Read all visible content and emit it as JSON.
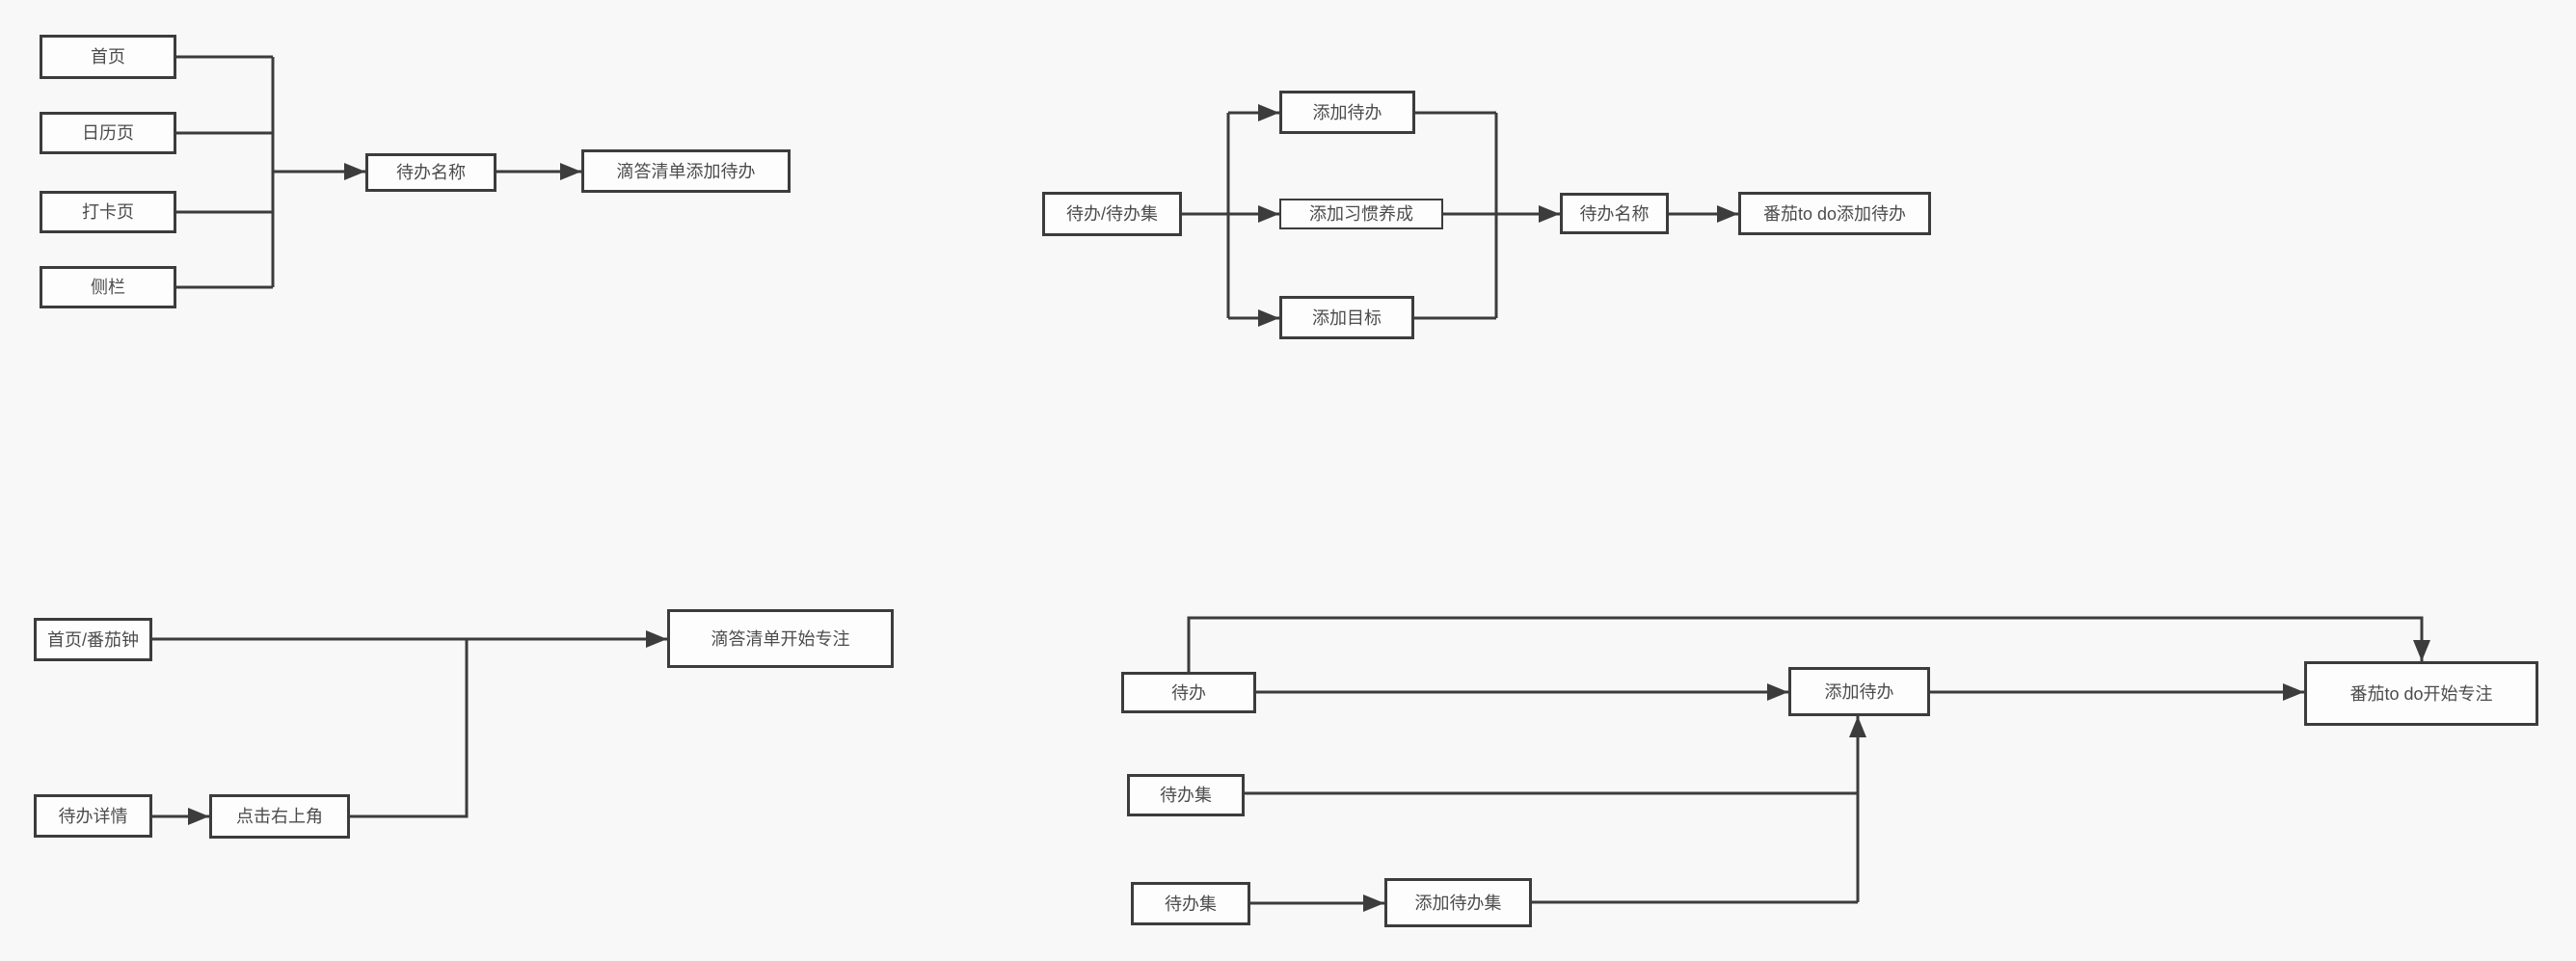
{
  "theme": {
    "background": "#f8f8f8",
    "node_fill": "#fdfdfd",
    "stroke_color": "#3c3c3c",
    "text_color": "#4c4c4c"
  },
  "flows": {
    "ticktick_add_todo": {
      "nodes": {
        "home": "首页",
        "calendar": "日历页",
        "checkin": "打卡页",
        "sidebar": "侧栏",
        "todo_name": "待办名称",
        "result": "滴答清单添加待办"
      }
    },
    "tomato_add_todo": {
      "nodes": {
        "source": "待办/待办集",
        "add_todo": "添加待办",
        "add_habit": "添加习惯养成",
        "add_goal": "添加目标",
        "todo_name": "待办名称",
        "result": "番茄to do添加待办"
      }
    },
    "ticktick_start_focus": {
      "nodes": {
        "home_pomodoro": "首页/番茄钟",
        "todo_detail": "待办详情",
        "click_top_right": "点击右上角",
        "result": "滴答清单开始专注"
      }
    },
    "tomato_start_focus": {
      "nodes": {
        "todo": "待办",
        "todo_set_a": "待办集",
        "todo_set_b": "待办集",
        "add_todo_set": "添加待办集",
        "add_todo": "添加待办",
        "result": "番茄to do开始专注"
      }
    }
  }
}
